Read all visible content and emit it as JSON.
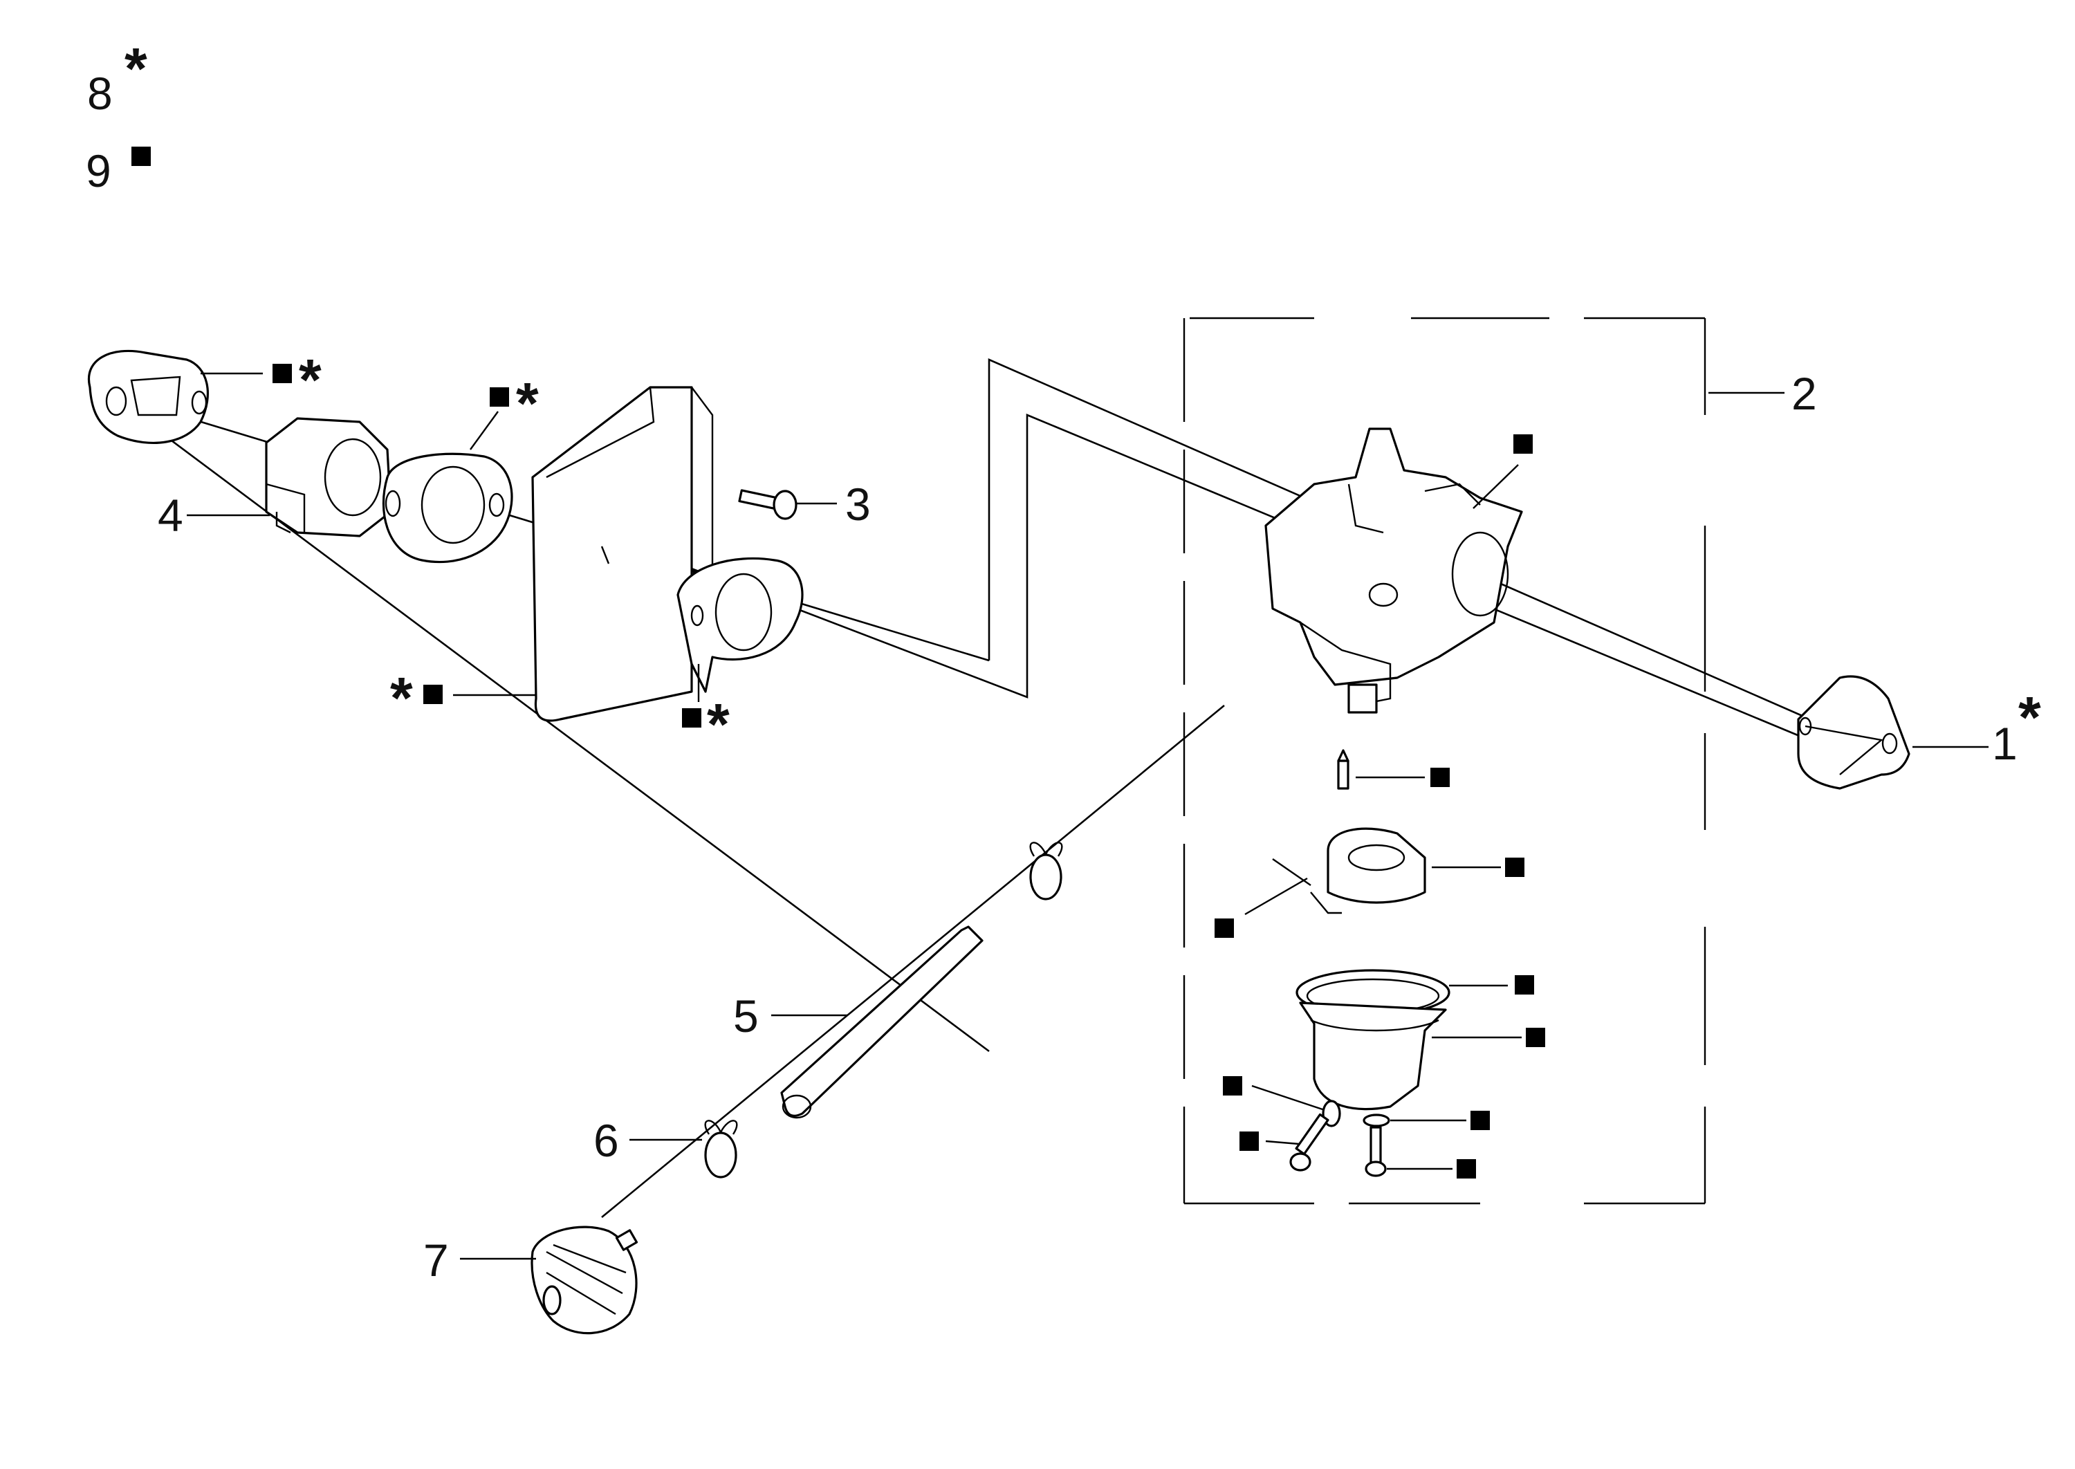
{
  "legend": {
    "item_8": {
      "number": "8",
      "symbol": "*"
    },
    "item_9": {
      "number": "9",
      "symbol": "■"
    }
  },
  "callouts": {
    "c1": "1",
    "c1_sym": "*",
    "c2": "2",
    "c3": "3",
    "c4": "4",
    "c5": "5",
    "c6": "6",
    "c7": "7"
  },
  "markers": {
    "square": "■",
    "star": "*"
  },
  "colors": {
    "line": "#000000",
    "background": "#ffffff"
  },
  "icons": [
    "gasket-icon",
    "insulator-icon",
    "heat-shield-icon",
    "bolt-icon",
    "carburetor-icon",
    "float-needle-icon",
    "float-icon",
    "bowl-gasket-icon",
    "float-bowl-icon",
    "fuel-line-icon",
    "hose-clamp-icon",
    "fuel-filter-icon"
  ]
}
